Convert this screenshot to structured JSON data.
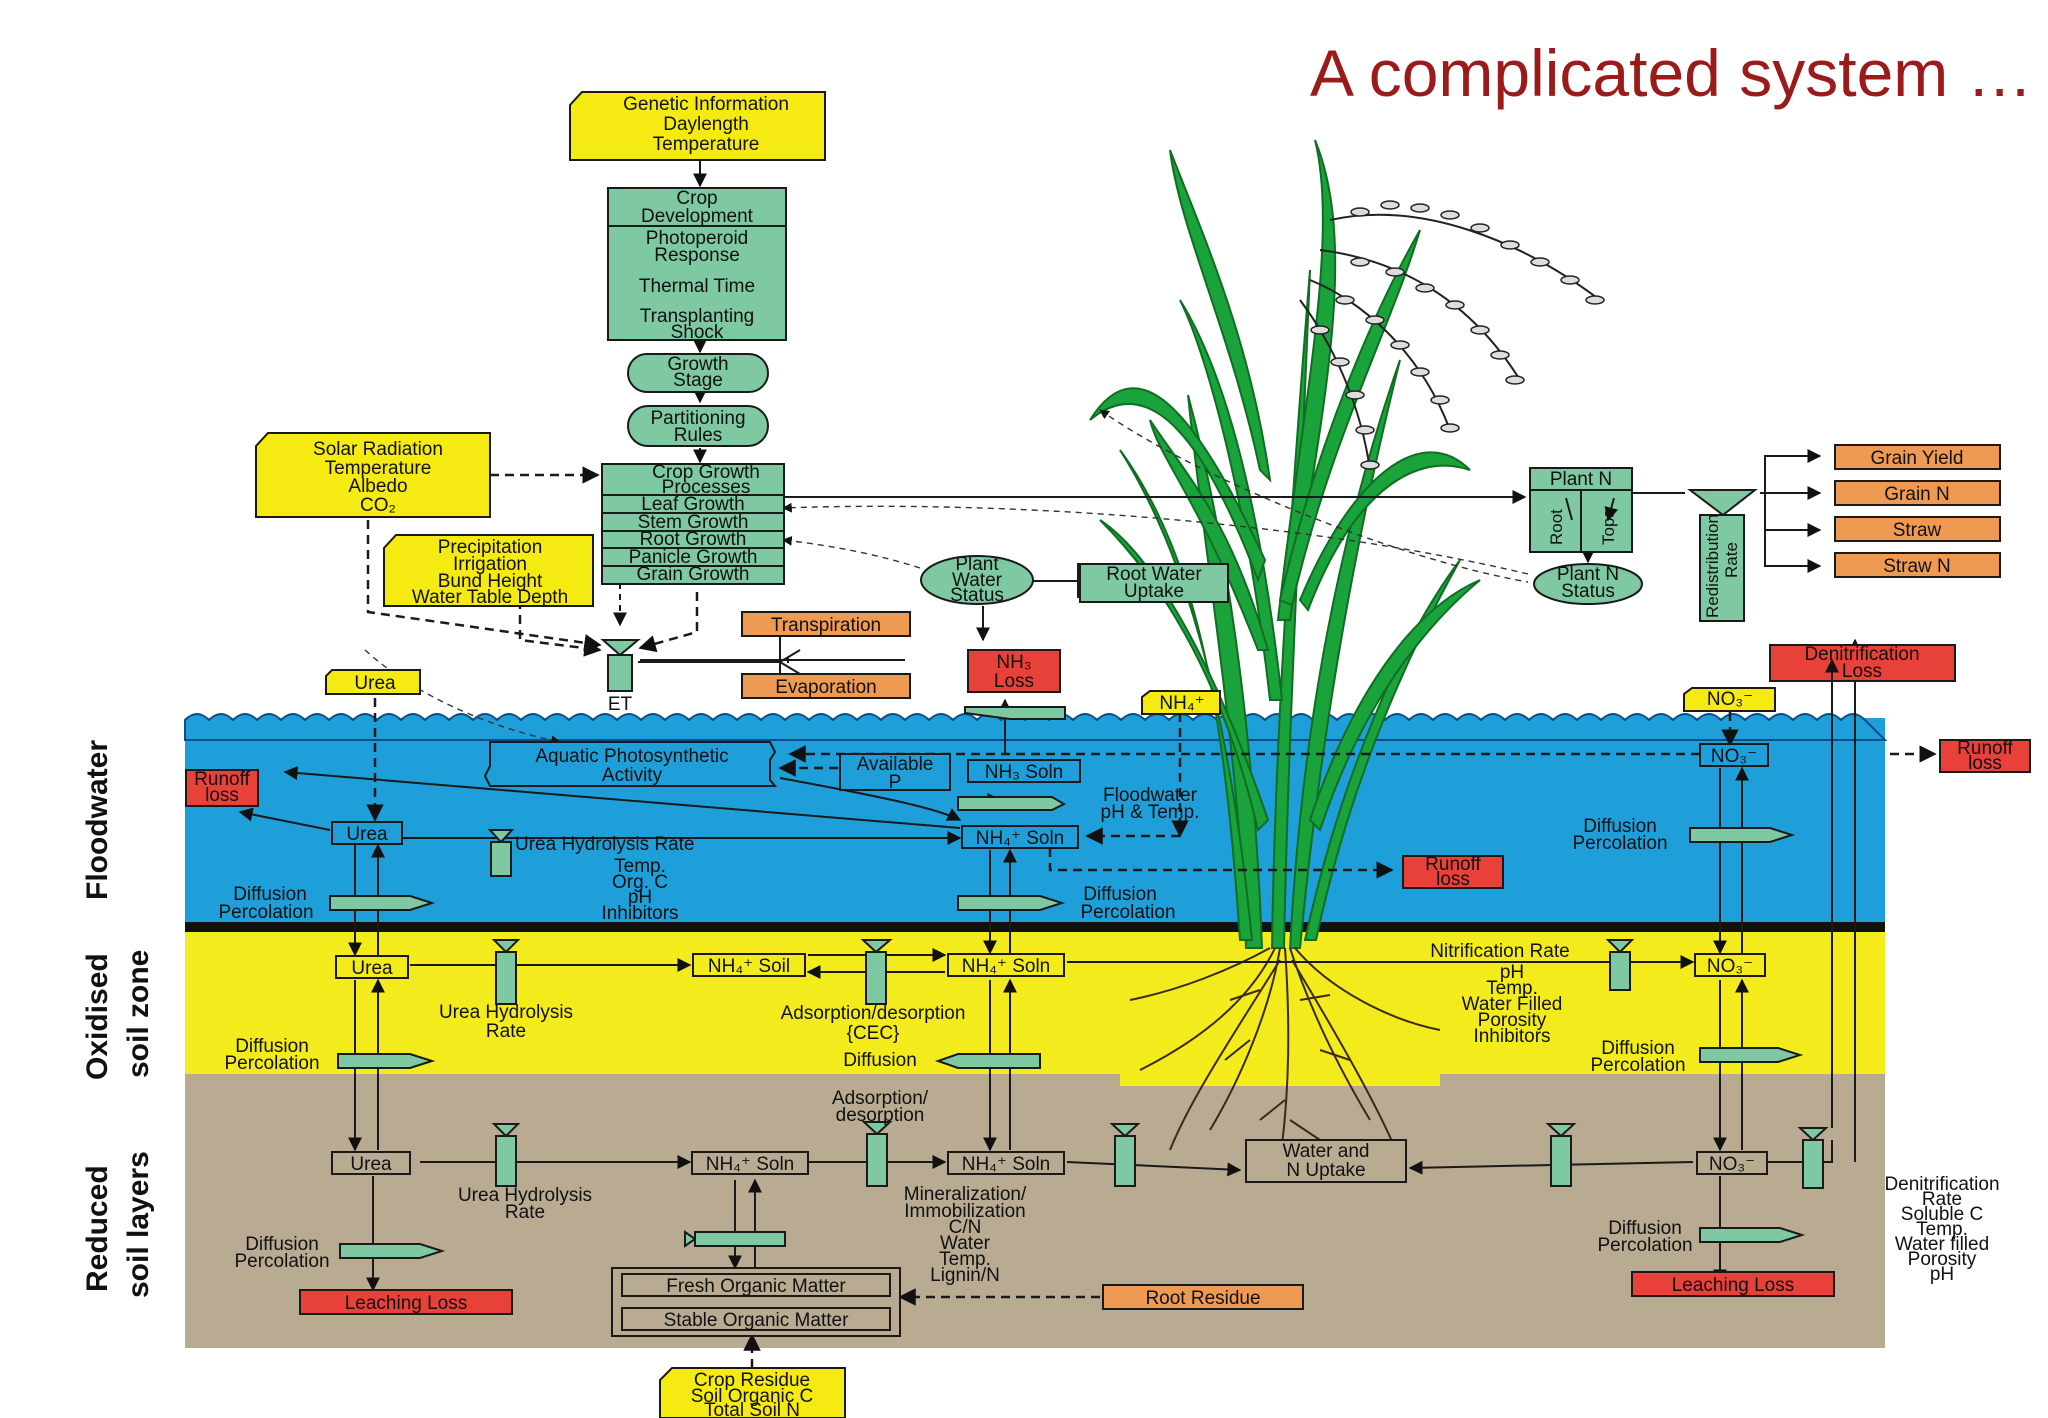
{
  "title": "A complicated system …",
  "colors": {
    "floodwater": "#1f9fd9",
    "oxidised": "#f3eb1b",
    "reduced": "#b8ab92",
    "input_box": "#f5ea12",
    "process_box": "#7ec9a2",
    "output_orange": "#ef9a52",
    "loss_red": "#e8413a",
    "plant_green": "#1aa33a"
  },
  "zones": {
    "floodwater": "Floodwater",
    "oxidised_1": "Oxidised",
    "oxidised_2": "soil zone",
    "reduced_1": "Reduced",
    "reduced_2": "soil layers"
  },
  "inputs": {
    "genetic": [
      "Genetic Information",
      "Daylength",
      "Temperature"
    ],
    "solar": [
      "Solar Radiation",
      "Temperature",
      "Albedo",
      "CO₂"
    ],
    "precip": [
      "Precipitation",
      "Irrigation",
      "Bund Height",
      "Water Table Depth"
    ],
    "urea": "Urea",
    "nh4": "NH₄⁺",
    "no3": "NO₃⁻",
    "crop_residue": [
      "Crop Residue",
      "Soil Organic C",
      "Total Soil N"
    ]
  },
  "crop_development": [
    "Crop",
    "Development",
    "Photoperoid",
    "Response",
    "Thermal Time",
    "Transplanting",
    "Shock"
  ],
  "growth_stage": [
    "Growth",
    "Stage"
  ],
  "partitioning": [
    "Partitioning",
    "Rules"
  ],
  "crop_growth": [
    "Crop Growth",
    "Processes",
    "Leaf Growth",
    "Stem Growth",
    "Root Growth",
    "Panicle Growth",
    "Grain Growth"
  ],
  "plant_water_status": [
    "Plant",
    "Water",
    "Status"
  ],
  "root_water_uptake": [
    "Root Water",
    "Uptake"
  ],
  "plant_n": {
    "title": "Plant N",
    "root": "Root",
    "tops": "Tops"
  },
  "plant_n_status": [
    "Plant N",
    "Status"
  ],
  "redistribution": [
    "Redistribution",
    "Rate"
  ],
  "outputs": [
    "Grain Yield",
    "Grain N",
    "Straw",
    "Straw N"
  ],
  "transpiration": "Transpiration",
  "evaporation": "Evaporation",
  "et": "ET",
  "nh3_loss": [
    "NH₃",
    "Loss"
  ],
  "denitrification_loss": [
    "Denitrification",
    "Loss"
  ],
  "runoff_loss": [
    "Runoff",
    "loss"
  ],
  "leaching_loss": "Leaching Loss",
  "root_residue": "Root Residue",
  "floodwater": {
    "aquatic": [
      "Aquatic Photosynthetic",
      "Activity"
    ],
    "available_p": [
      "Available",
      "P"
    ],
    "nh3_soln": "NH₃ Soln",
    "nh4_soln": "NH₄⁺ Soln",
    "urea": "Urea",
    "no3": "NO₃⁻",
    "floodwater_ph": [
      "Floodwater",
      "pH & Temp."
    ],
    "urea_hydrolysis": "Urea Hydrolysis Rate",
    "hydrolysis_factors": [
      "Temp.",
      "Org. C",
      "pH",
      "Inhibitors"
    ],
    "diffusion": [
      "Diffusion",
      "Percolation"
    ]
  },
  "oxidised": {
    "urea": "Urea",
    "nh4_soil": "NH₄⁺ Soil",
    "nh4_soln": "NH₄⁺ Soln",
    "no3": "NO₃⁻",
    "urea_hydrolysis": [
      "Urea Hydrolysis",
      "Rate"
    ],
    "adsorption": [
      "Adsorption/desorption",
      "{CEC}"
    ],
    "diffusion": "Diffusion",
    "diffusion_perc": [
      "Diffusion",
      "Percolation"
    ],
    "nitrification": "Nitrification Rate",
    "nitrification_factors": [
      "pH",
      "Temp.",
      "Water Filled",
      "Porosity",
      "Inhibitors"
    ]
  },
  "reduced": {
    "urea": "Urea",
    "nh4_soln_a": "NH₄⁺ Soln",
    "nh4_soln_b": "NH₄⁺ Soln",
    "no3": "NO₃⁻",
    "adsorption": [
      "Adsorption/",
      "desorption"
    ],
    "urea_hydrolysis": [
      "Urea Hydrolysis",
      "Rate"
    ],
    "mineralization": [
      "Mineralization/",
      "Immobilization",
      "C/N",
      "Water",
      "Temp.",
      "Lignin/N"
    ],
    "water_n_uptake": [
      "Water and",
      "N Uptake"
    ],
    "fresh_om": "Fresh Organic Matter",
    "stable_om": "Stable Organic Matter",
    "diffusion_perc": [
      "Diffusion",
      "Percolation"
    ],
    "denitrification_rate": [
      "Denitrification",
      "Rate",
      "Soluble C",
      "Temp.",
      "Water filled",
      "Porosity",
      "pH"
    ]
  }
}
